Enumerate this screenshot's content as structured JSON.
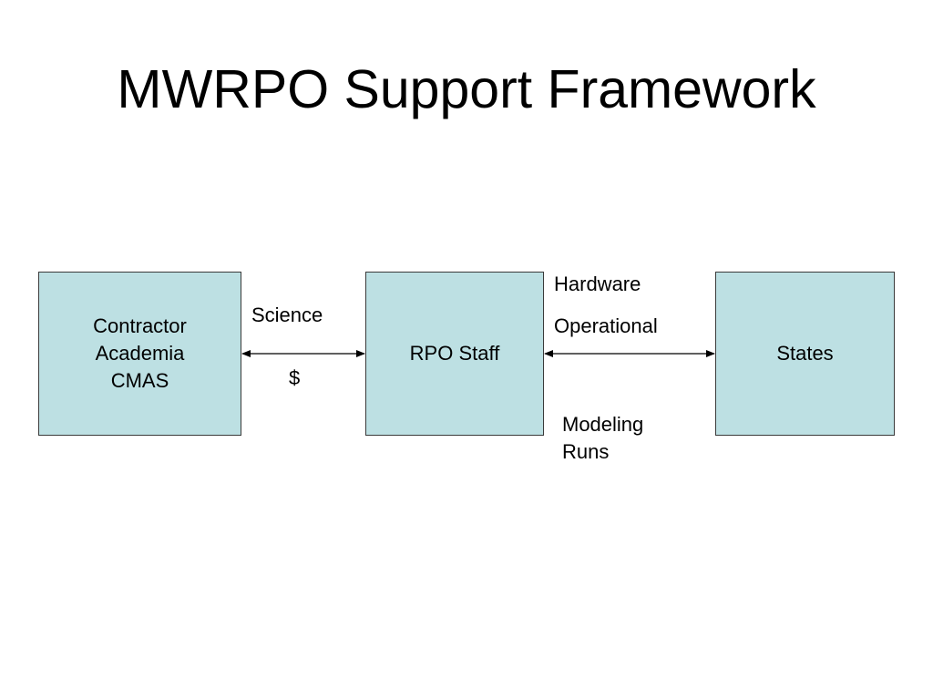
{
  "slide": {
    "title": "MWRPO Support Framework",
    "background": "#ffffff",
    "box_fill": "#bde0e3",
    "line_color": "#000000"
  },
  "diagram": {
    "boxes": {
      "contractor": {
        "lines": [
          "Contractor",
          "Academia",
          "CMAS"
        ]
      },
      "rpo_staff": {
        "label": "RPO Staff"
      },
      "states": {
        "label": "States"
      }
    },
    "left_link": {
      "label_top": "Science",
      "label_bottom": "$",
      "direction": "bidirectional"
    },
    "right_link": {
      "label_top_1": "Hardware",
      "label_top_2": "Operational",
      "label_bottom": "Modeling Runs",
      "label_bottom_lines": [
        "Modeling",
        "Runs"
      ],
      "direction": "bidirectional"
    }
  }
}
